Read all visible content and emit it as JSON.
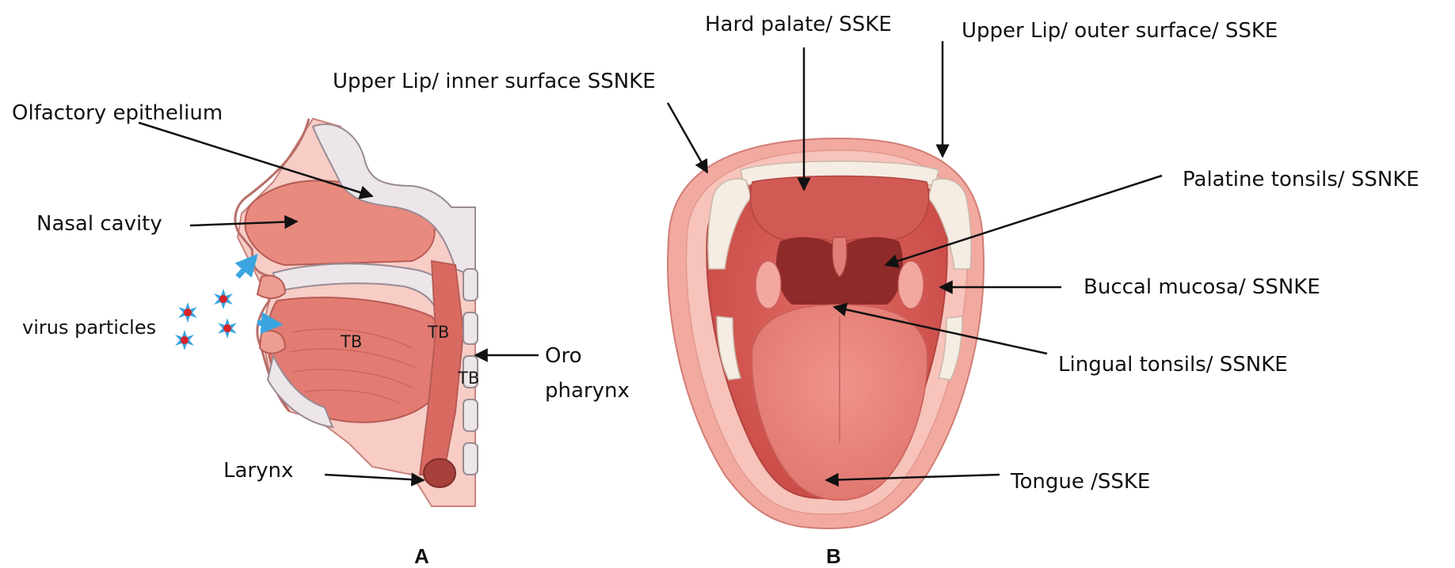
{
  "panel_a": {
    "letter": "A",
    "labels": {
      "olfactory": "Olfactory epithelium",
      "nasal": "Nasal cavity",
      "virus": "virus particles",
      "oro1": "Oro",
      "oro2": "pharynx",
      "larynx": "Larynx"
    },
    "tb_markers": [
      "TB",
      "TB",
      "TB"
    ]
  },
  "panel_b": {
    "letter": "B",
    "labels": {
      "hard_palate": "Hard palate/ SSKE",
      "upper_lip_outer": "Upper Lip/ outer surface/ SSKE",
      "upper_lip_inner": "Upper Lip/ inner surface SSNKE",
      "palatine": "Palatine tonsils/ SSNKE",
      "buccal": "Buccal mucosa/ SSNKE",
      "lingual": "Lingual tonsils/ SSNKE",
      "tongue": "Tongue /SSKE"
    }
  },
  "colors": {
    "tissue": "#e8857a",
    "tissue_dark": "#c9504a",
    "tissue_light": "#f4b8ae",
    "skin": "#fbe0dc",
    "bone": "#ece6ea",
    "cavity": "#8e2a2a",
    "virus_spike": "#3aa5e0",
    "virus_core": "#d8232a",
    "arrow_blue": "#3aa5e0"
  }
}
